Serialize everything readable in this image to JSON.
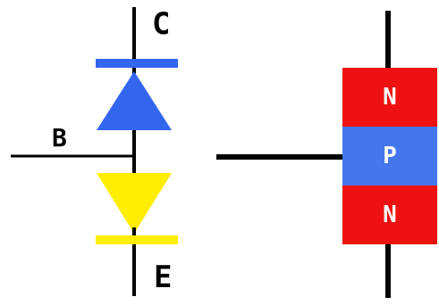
{
  "terminals": {
    "collector": "C",
    "base": "B",
    "emitter": "E"
  },
  "layers": [
    {
      "label": "N",
      "color": "#ee1111"
    },
    {
      "label": "P",
      "color": "#4477ee"
    },
    {
      "label": "N",
      "color": "#ee1111"
    }
  ],
  "colors": {
    "upper_diode": "#3366ee",
    "lower_diode": "#ffee00",
    "wire": "#000000"
  }
}
